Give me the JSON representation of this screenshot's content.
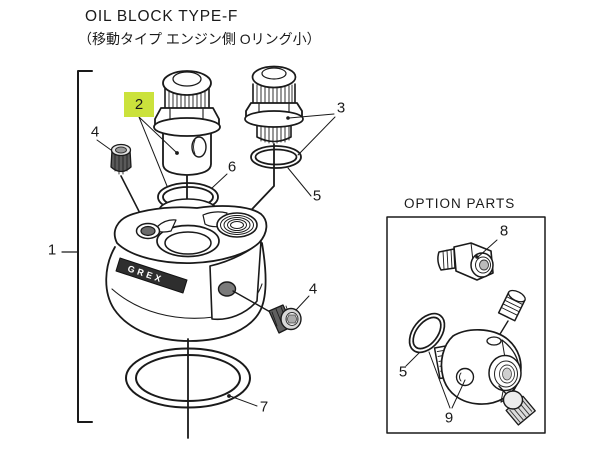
{
  "title": {
    "line1": "OIL BLOCK TYPE-F",
    "line2": "（移動タイプ エンジン側 Oリング小）"
  },
  "main_diagram": {
    "logo_text": "GREX",
    "callouts": {
      "c1": "1",
      "c2": "2",
      "c3": "3",
      "c4_left": "4",
      "c4_right": "4",
      "c5": "5",
      "c6": "6",
      "c7": "7"
    }
  },
  "option_parts": {
    "title": "OPTION PARTS",
    "callouts": {
      "c8": "8",
      "c5": "5",
      "c9": "9"
    }
  },
  "colors": {
    "highlight_green": "#cbe23c",
    "line_black": "#1a1a1a",
    "dark_fill": "#5a5a5a",
    "background": "#ffffff"
  }
}
